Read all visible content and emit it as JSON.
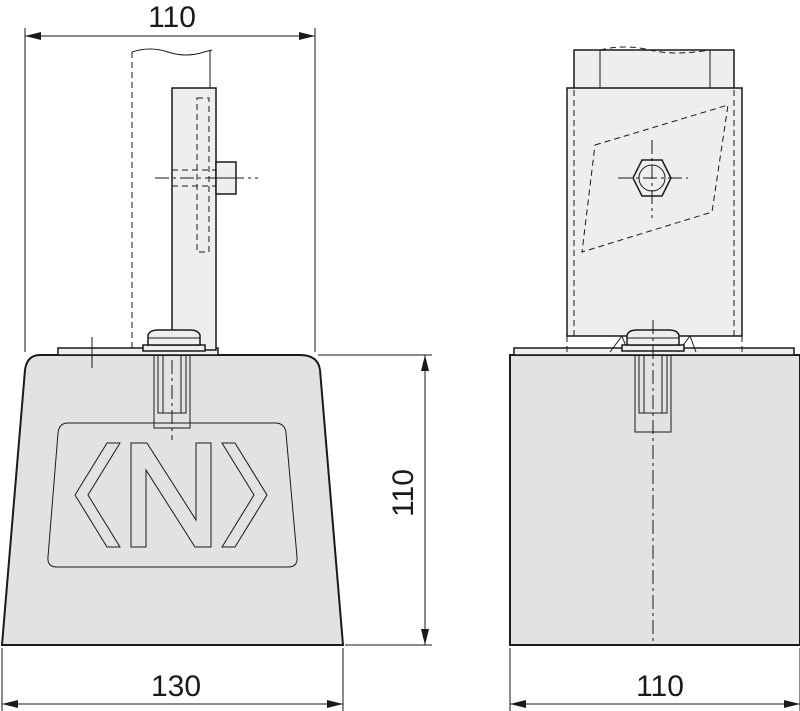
{
  "dimensions": {
    "top_width": "110",
    "height": "110",
    "bottom_width": "130",
    "side_width": "110"
  },
  "colors": {
    "line": "#1a1a1a",
    "body_fill": "#e2e2e2",
    "light_fill": "#eeeeee"
  },
  "logo": {
    "text": "‹N›"
  }
}
